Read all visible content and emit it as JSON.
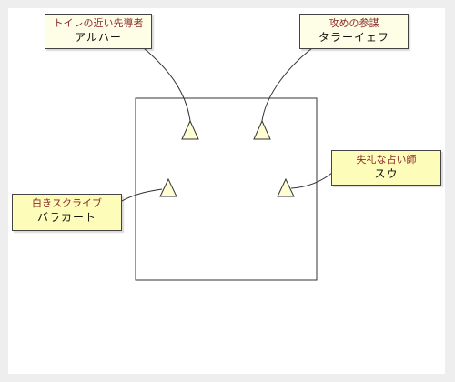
{
  "colors": {
    "background": "#eeeeee",
    "canvas": "#ffffff",
    "line": "#333333",
    "marker_fill": "#fefed2",
    "label_pale": "#fefee6",
    "label_yellow": "#fdfcb8",
    "role_text": "#8b2a2a"
  },
  "marker_shape": "triangle",
  "labels": [
    {
      "role": "トイレの近い先導者",
      "name": "アルハー"
    },
    {
      "role": "攻めの参謀",
      "name": "タラーイェフ"
    },
    {
      "role": "失礼な占い師",
      "name": "スウ"
    },
    {
      "role": "白きスクライブ",
      "name": "バラカート"
    }
  ]
}
